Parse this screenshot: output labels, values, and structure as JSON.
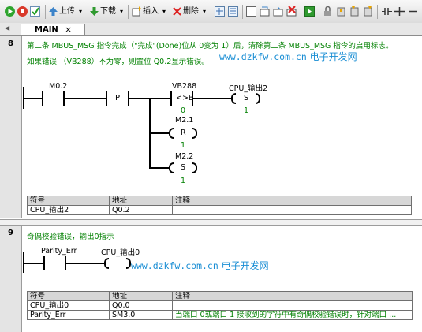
{
  "toolbar": {
    "upload_label": "上传",
    "download_label": "下载",
    "insert_label": "插入",
    "delete_label": "删除"
  },
  "tab": {
    "main_label": "MAIN",
    "close_glyph": "×",
    "left_arrow": "◀"
  },
  "network8": {
    "number": "8",
    "comment_line1": "第二条 MBUS_MSG 指令完成（\"完成\"(Done)位从 0变为 1）后，清除第二条 MBUS_MSG 指令的启用标志。",
    "comment_line2": "如果错误 （VB288）不为零，则置位 Q0.2显示错误。",
    "contact_label": "M0.2",
    "p_label": "P",
    "compare": {
      "label": "VB288",
      "operator": "<>B",
      "value": "0"
    },
    "coil_set": {
      "label": "CPU_输出2",
      "op": "S",
      "value": "1"
    },
    "coil_reset": {
      "label": "M2.1",
      "op": "R",
      "value": "1"
    },
    "coil_set2": {
      "label": "M2.2",
      "op": "S",
      "value": "1"
    },
    "symbol_table": {
      "headers": [
        "符号",
        "地址",
        "注释"
      ],
      "rows": [
        [
          "CPU_输出2",
          "Q0.2",
          ""
        ]
      ]
    }
  },
  "network9": {
    "number": "9",
    "comment_line1": "奇偶校验错误，输出0指示",
    "contact_label": "Parity_Err",
    "coil_label": "CPU_输出0",
    "symbol_table": {
      "headers": [
        "符号",
        "地址",
        "注释"
      ],
      "rows": [
        [
          "CPU_输出0",
          "Q0.0",
          ""
        ],
        [
          "Parity_Err",
          "SM3.0",
          "当端口 0或端口 1 接收到的字符中有奇偶校验错误时，针对端口 ..."
        ]
      ]
    }
  },
  "watermark": {
    "url": "www.dzkfw.com.cn",
    "name": "电子开发网"
  },
  "colors": {
    "comment_green": "#008000",
    "watermark_blue": "#1a8ed4",
    "header_gray": "#d7d7d7"
  }
}
